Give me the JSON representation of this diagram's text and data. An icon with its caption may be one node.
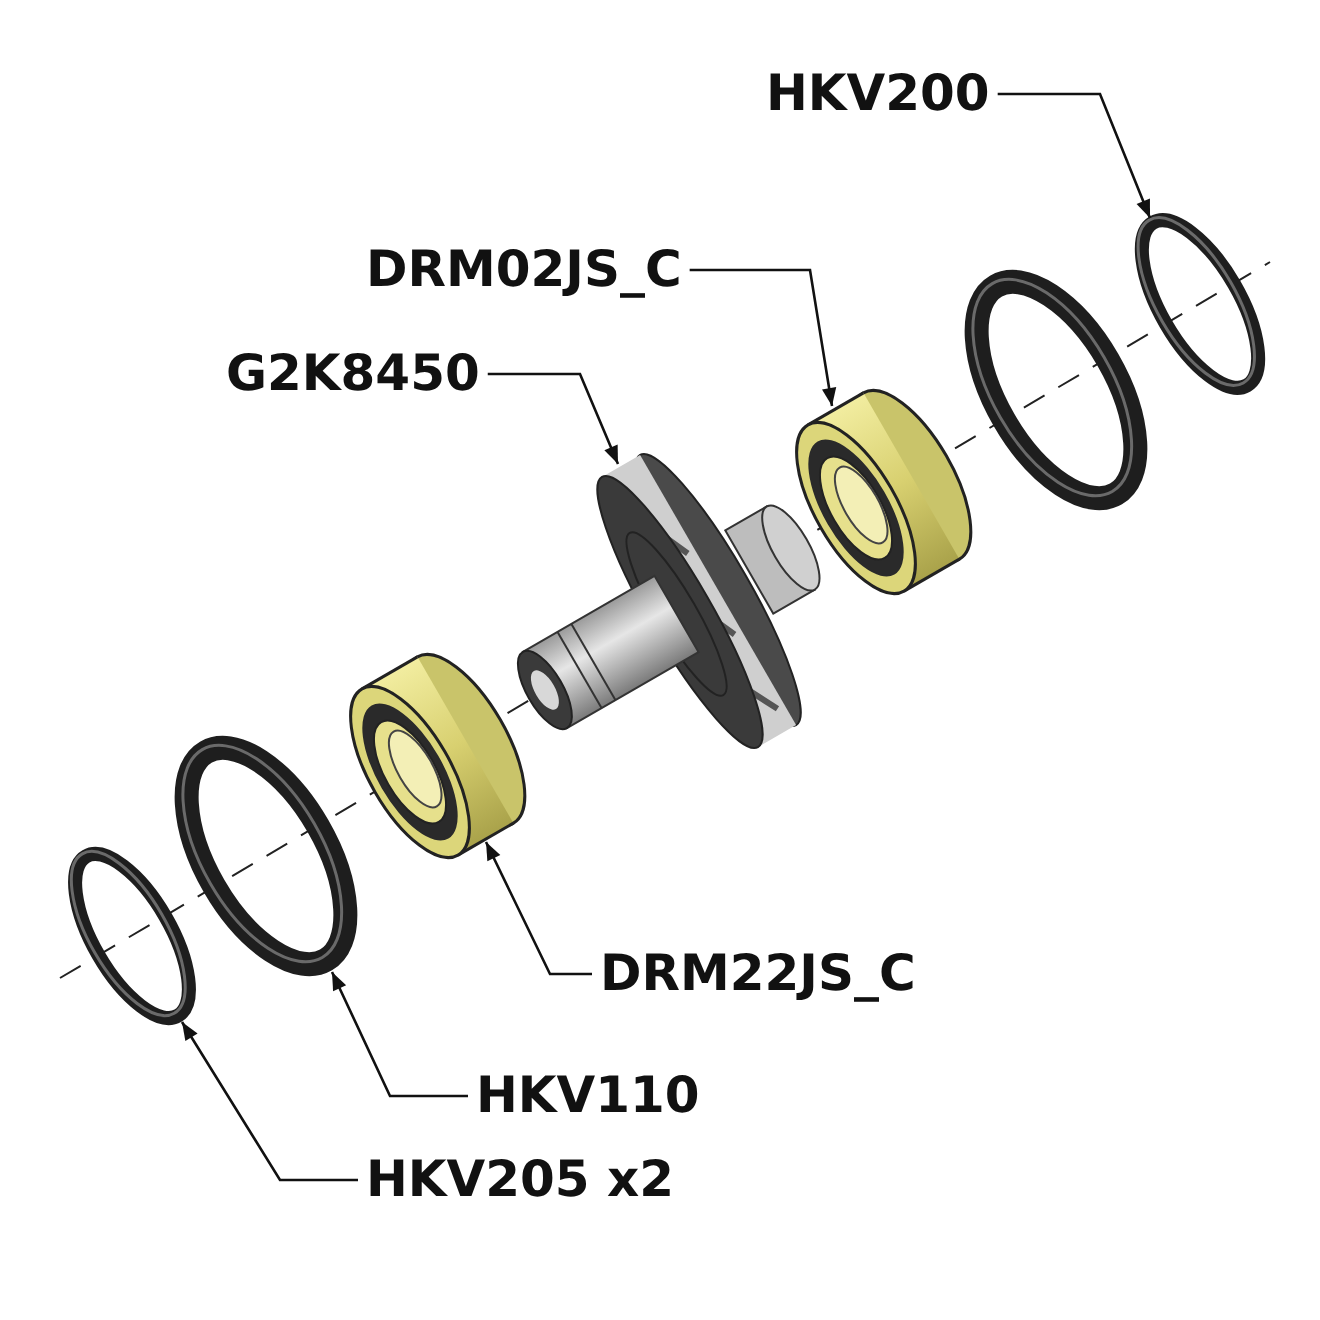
{
  "diagram": {
    "nodes": [
      {
        "text": [
          "HKV200"
        ]
      },
      {
        "text": [
          "DRM02JS_C"
        ]
      },
      {
        "text": [
          "G2K8450"
        ]
      },
      {
        "text": [
          "DRM22JS_C"
        ]
      },
      {
        "text": [
          "HKV110"
        ]
      },
      {
        "text": [
          "HKV205 x2"
        ]
      },
      {
        "text": [],
        "shape": "ring"
      },
      {
        "text": [],
        "shape": "ring"
      },
      {
        "text": [],
        "shape": "picture"
      },
      {
        "text": [],
        "shape": "picture"
      },
      {
        "text": [],
        "shape": "picture"
      },
      {
        "text": [],
        "shape": "ring"
      },
      {
        "text": [],
        "shape": "ring"
      }
    ],
    "edges": [
      {
        "from": 0,
        "to": 6,
        "arrow": "to"
      },
      {
        "from": 1,
        "to": 8,
        "arrow": "to"
      },
      {
        "from": 2,
        "to": 9,
        "arrow": "to"
      },
      {
        "from": 3,
        "to": 10,
        "arrow": "to"
      },
      {
        "from": 4,
        "to": 11,
        "arrow": "to"
      },
      {
        "from": 5,
        "to": 12,
        "arrow": "to"
      }
    ]
  }
}
